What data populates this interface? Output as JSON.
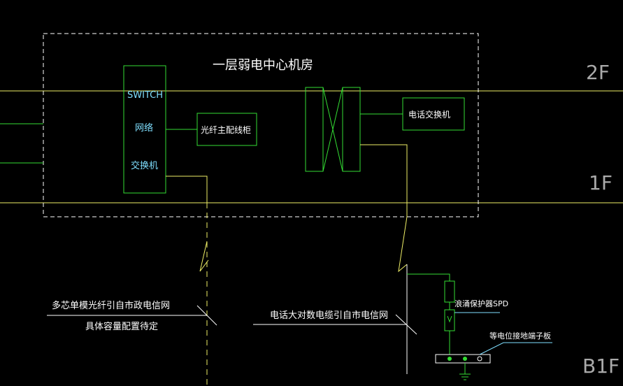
{
  "room_title": "一层弱电中心机房",
  "floors": {
    "f2": "2F",
    "f1": "1F",
    "b1": "B1F"
  },
  "switch_box": {
    "line1": "SWITCH",
    "line2": "网络",
    "line3": "交换机"
  },
  "fiber_cabinet": "光纤主配线柜",
  "phone_exchange": "电话交换机",
  "fiber_note": {
    "line1": "多芯单模光纤引自市政电信网",
    "line2": "具体容量配置待定"
  },
  "phone_cable_note": "电话大对数电缆引自市电信网",
  "spd_label": "浪涌保护器SPD",
  "bonding_label": "等电位接地端子板",
  "colors": {
    "green": "#33dd33",
    "yellow": "#eeee66",
    "white": "#ffffff",
    "cyan": "#7fdfff"
  }
}
